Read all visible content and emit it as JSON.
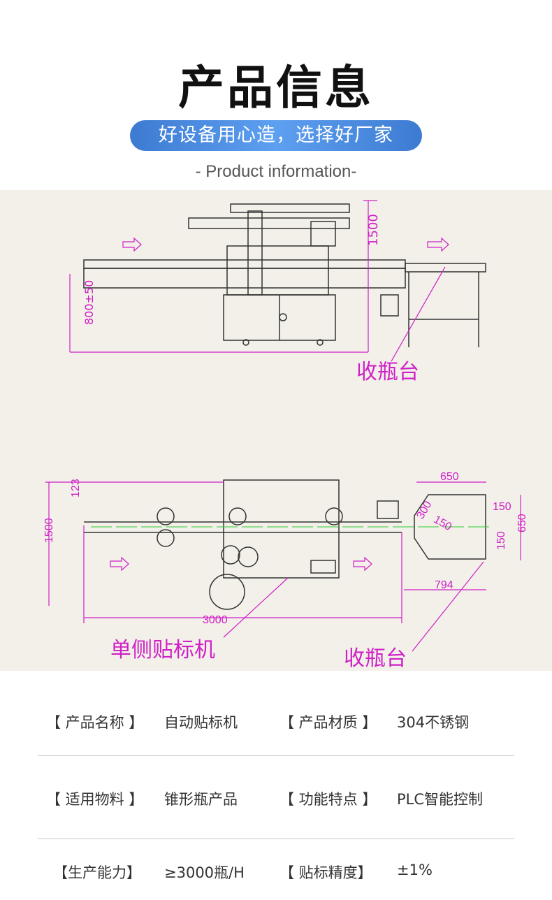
{
  "header": {
    "title": "产品信息",
    "slogan": "好设备用心造，选择好厂家",
    "subtitle": "- Product information-"
  },
  "drawing": {
    "front_view": {
      "dim_height": "1500",
      "dim_base": "800±50",
      "callout": "收瓶台"
    },
    "top_view": {
      "dim_length": "3000",
      "dim_width": "1500",
      "dim_offset": "123",
      "dim_table_width": "650",
      "dim_table_height": "650",
      "dim_table_offset": "794",
      "dim_chute": "300",
      "dim_guide": "150",
      "dim_top": "150",
      "dim_side": "150",
      "callout_machine": "单侧贴标机",
      "callout_table": "收瓶台"
    }
  },
  "colors": {
    "accent": "#4a8ae0",
    "dimension": "#d020c8"
  },
  "specs": [
    {
      "label1": "【 产品名称 】",
      "value1": "自动贴标机",
      "label2": "【 产品材质 】",
      "value2": "304不锈钢"
    },
    {
      "label1": "【 适用物料 】",
      "value1": "锥形瓶产品",
      "label2": "【 功能特点 】",
      "value2": "PLC智能控制"
    },
    {
      "label1": "【生产能力】",
      "value1": "≥3000瓶/H",
      "label2": "【 贴标精度】",
      "value2": "±1%"
    }
  ]
}
